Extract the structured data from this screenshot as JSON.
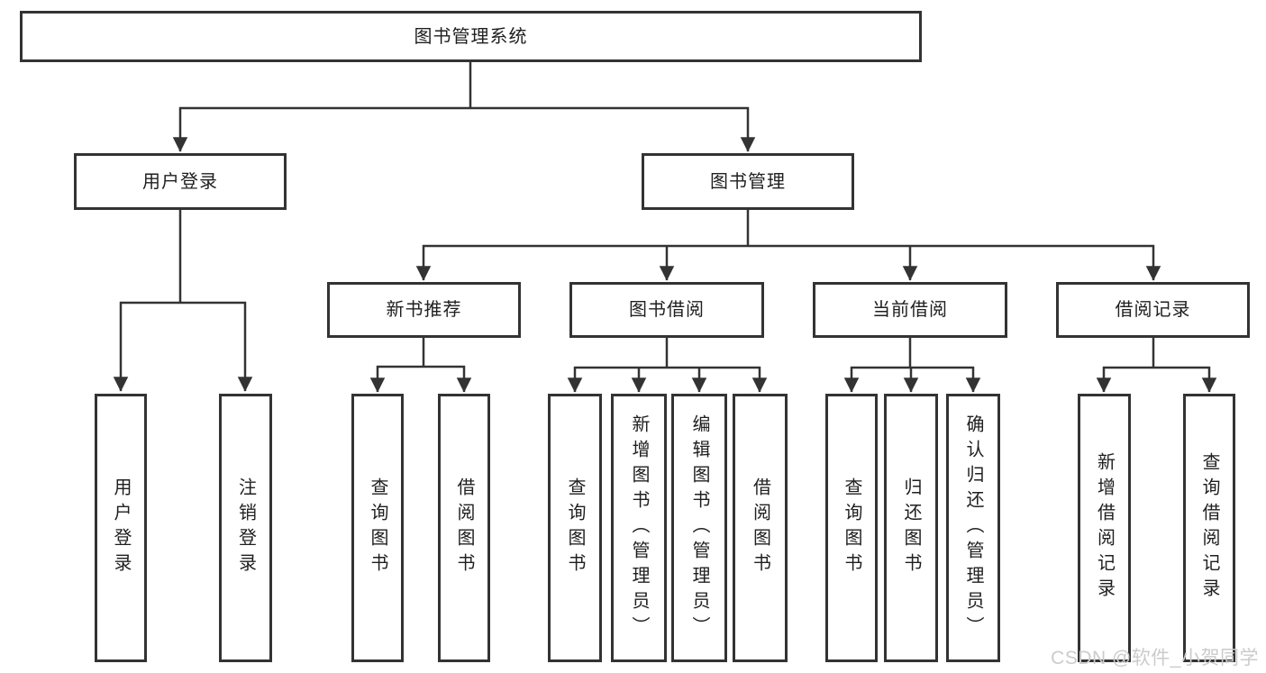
{
  "diagram": {
    "root": {
      "label": "图书管理系统",
      "children": [
        {
          "label": "用户登录",
          "children": [
            {
              "label": "用户登录"
            },
            {
              "label": "注销登录"
            }
          ]
        },
        {
          "label": "图书管理",
          "children": [
            {
              "label": "新书推荐",
              "children": [
                {
                  "label": "查询图书"
                },
                {
                  "label": "借阅图书"
                }
              ]
            },
            {
              "label": "图书借阅",
              "children": [
                {
                  "label": "查询图书"
                },
                {
                  "label": "新增图书（管理员）"
                },
                {
                  "label": "编辑图书（管理员）"
                },
                {
                  "label": "借阅图书"
                }
              ]
            },
            {
              "label": "当前借阅",
              "children": [
                {
                  "label": "查询图书"
                },
                {
                  "label": "归还图书"
                },
                {
                  "label": "确认归还（管理员）"
                }
              ]
            },
            {
              "label": "借阅记录",
              "children": [
                {
                  "label": "新增借阅记录"
                },
                {
                  "label": "查询借阅记录"
                }
              ]
            }
          ]
        }
      ]
    }
  },
  "watermark": {
    "text": "CSDN @软件_小贺同学"
  },
  "colors": {
    "line": "#333333",
    "box_border": "#333333",
    "text": "#1f1f1f",
    "background": "#ffffff",
    "watermark": "#cbcbcb"
  }
}
